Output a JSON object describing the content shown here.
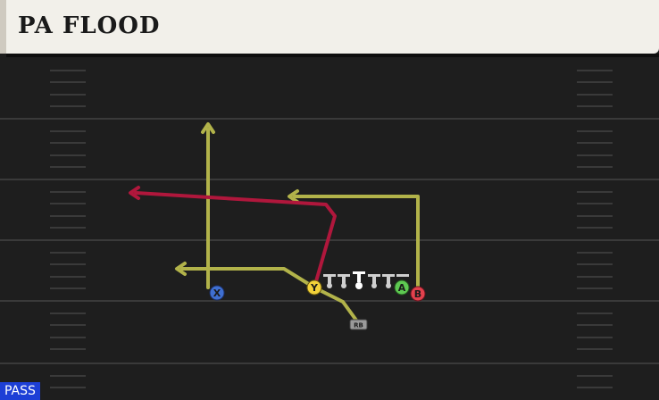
{
  "play": {
    "title": "PA FLOOD",
    "type": "PASS"
  },
  "players": [
    {
      "id": "x",
      "label": "X",
      "color": "#3f6fd1"
    },
    {
      "id": "y",
      "label": "Y",
      "color": "#f3d23a"
    },
    {
      "id": "a",
      "label": "A",
      "color": "#5ec952"
    },
    {
      "id": "b",
      "label": "B",
      "color": "#e2414d"
    },
    {
      "id": "rb",
      "label": "RB",
      "color": "#9a9a9a"
    }
  ],
  "routes": [
    {
      "player": "x",
      "kind": "go",
      "color": "#b2b34a"
    },
    {
      "player": "y",
      "kind": "flat",
      "color": "#b2b34a"
    },
    {
      "player": "y",
      "kind": "post-corner",
      "color": "#b0173c",
      "primary": true
    },
    {
      "player": "b",
      "kind": "in",
      "color": "#b2b34a"
    },
    {
      "player": "rb",
      "kind": "check",
      "color": "#b2b34a"
    }
  ],
  "linemen_count": 5,
  "colors": {
    "field": "#1e1e1e",
    "field_lines": "#3a3a3a",
    "title_bg": "#f2f0ea",
    "pass_badge": "#1d3fd6"
  }
}
